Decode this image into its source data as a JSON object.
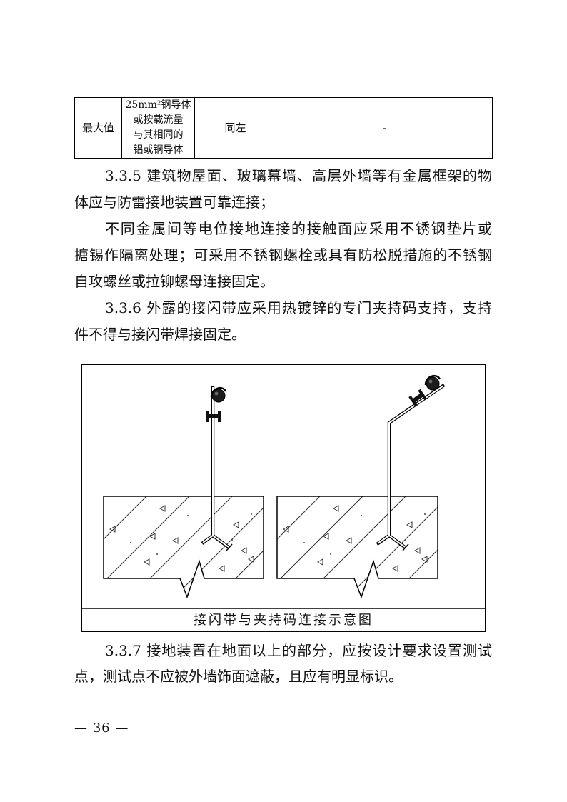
{
  "table": {
    "row_label": "最大值",
    "conductor_lines": [
      "25mm²钢导体",
      "或按载流量",
      "与其相同的",
      "铝或钢导体"
    ],
    "third_cell": "同左",
    "fourth_cell": "-"
  },
  "sections": [
    {
      "lines": [
        "3.3.5 建筑物屋面、玻璃幕墙、高层外墙等有金属框架的物",
        "体应与防雷接地装置可靠连接；"
      ]
    },
    {
      "lines": [
        "不同金属间等电位接地连接的接触面应采用不锈钢垫片或",
        "搪锡作隔离处理；可采用不锈钢螺栓或具有防松脱措施的不锈钢",
        "自攻螺丝或拉铆螺母连接固定。"
      ]
    },
    {
      "lines": [
        "3.3.6 外露的接闪带应采用热镀锌的专门夹持码支持，支持",
        "件不得与接闪带焊接固定。"
      ]
    },
    {
      "lines": [
        "3.3.7 接地装置在地面以上的部分，应按设计要求设置测试",
        "点，测试点不应被外墙饰面遮蔽，且应有明显标识。"
      ]
    }
  ],
  "figure": {
    "caption": "接闪带与夹持码连接示意图"
  },
  "footer": {
    "page_number": "— 36 —"
  }
}
